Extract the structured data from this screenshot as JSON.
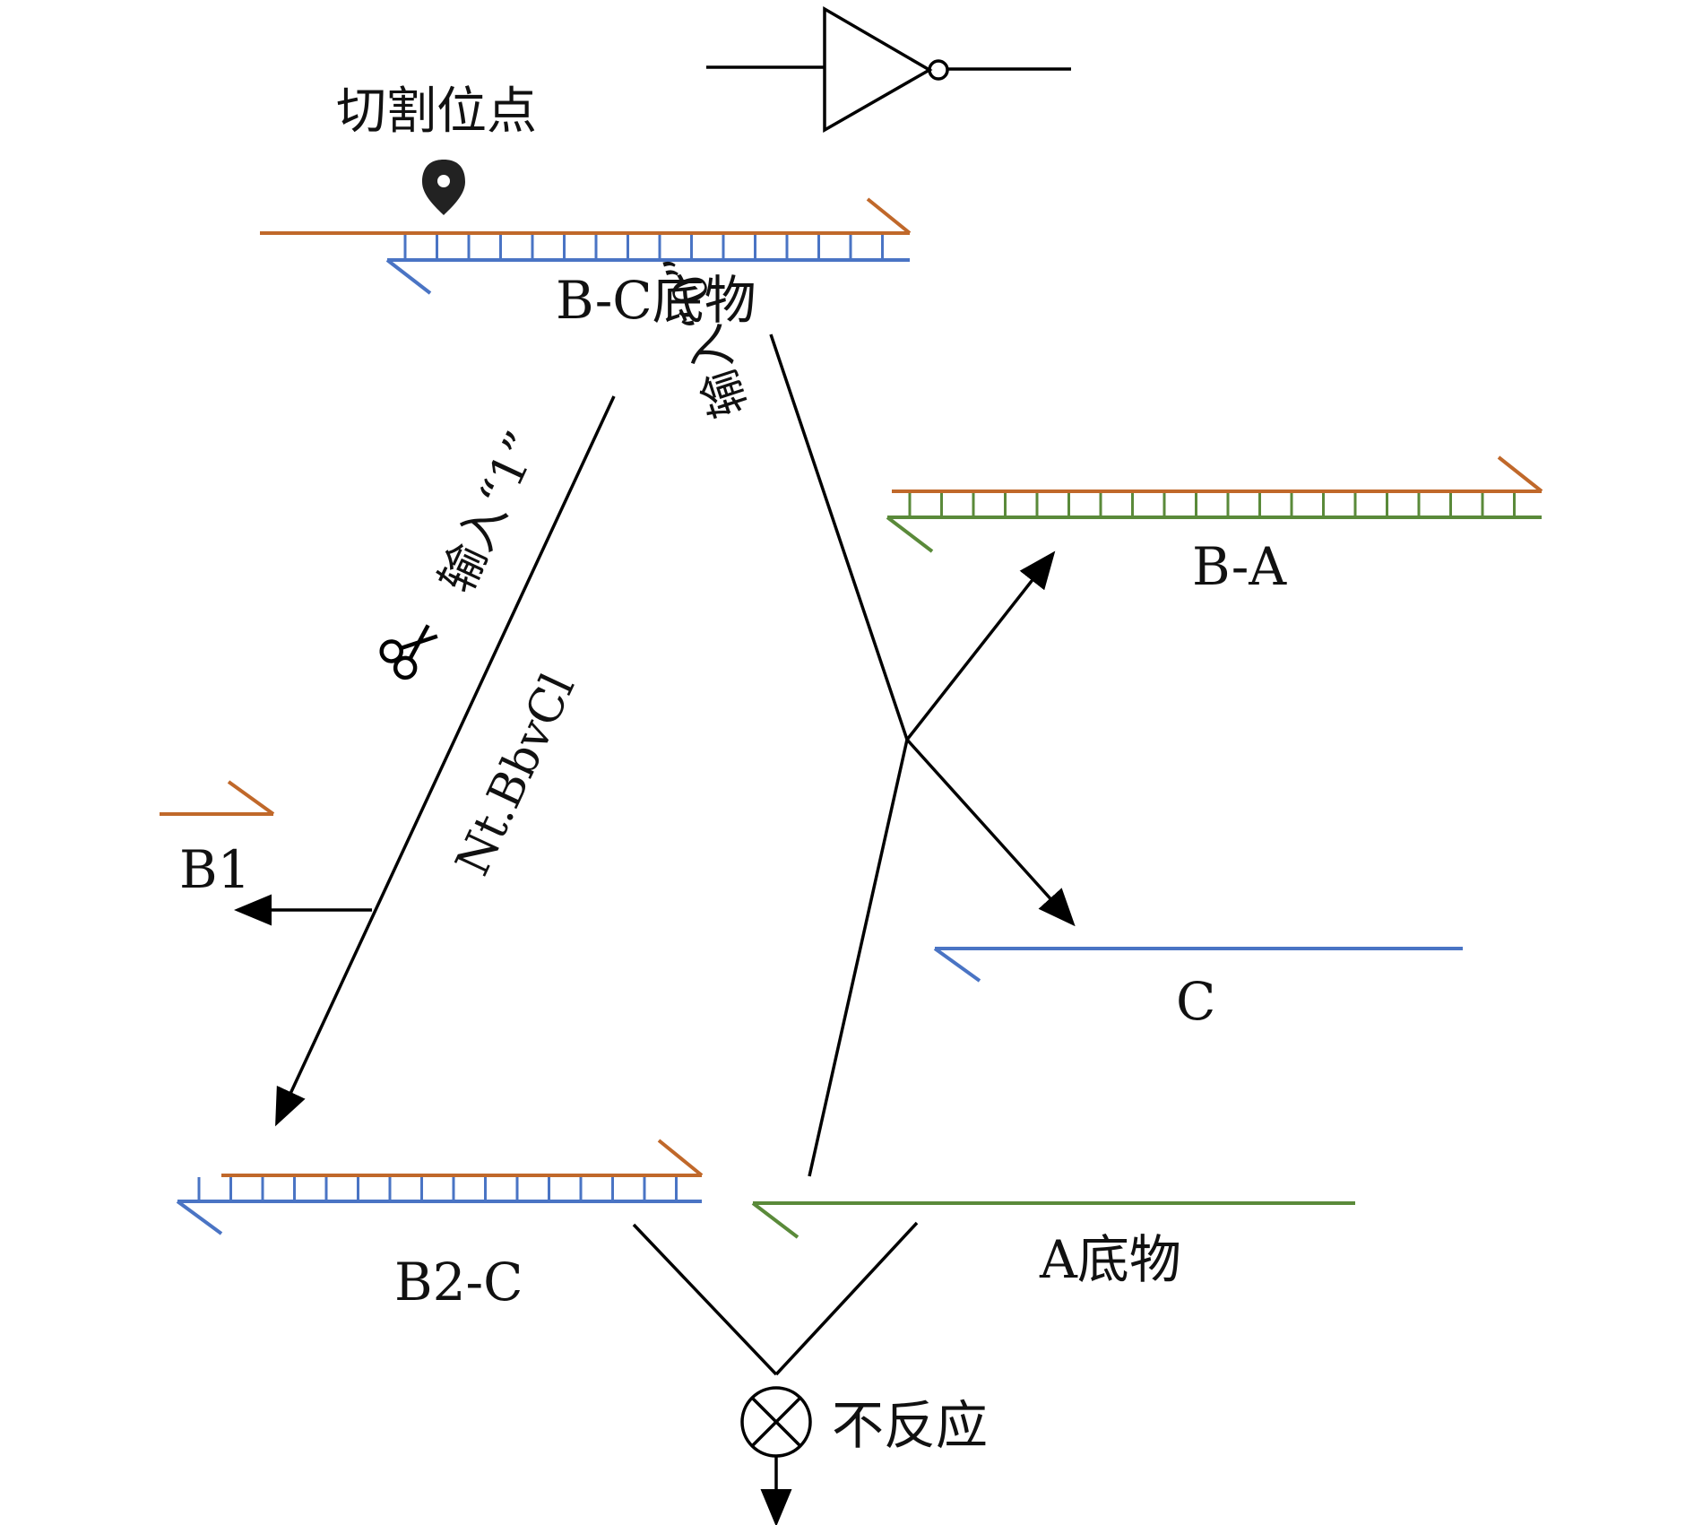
{
  "colors": {
    "orange": "#c0682a",
    "blue": "#4a74c4",
    "green": "#5a8a3a",
    "ink": "#000000"
  },
  "labels": {
    "cut_site": "切割位点",
    "bc_substrate": "B-C底物",
    "input_one": "输入“1”",
    "input_zero": "输入“0”",
    "enzyme": "Nt.BbvCl",
    "ba": "B-A",
    "b1": "B1",
    "c": "C",
    "b2c": "B2-C",
    "a_substrate": "A底物",
    "no_reaction": "不反应"
  },
  "icons": {
    "logic_gate": "not-gate-icon",
    "cut_site_marker": "map-pin-icon",
    "cleavage": "scissors-icon",
    "no_reaction": "circled-x-icon"
  }
}
